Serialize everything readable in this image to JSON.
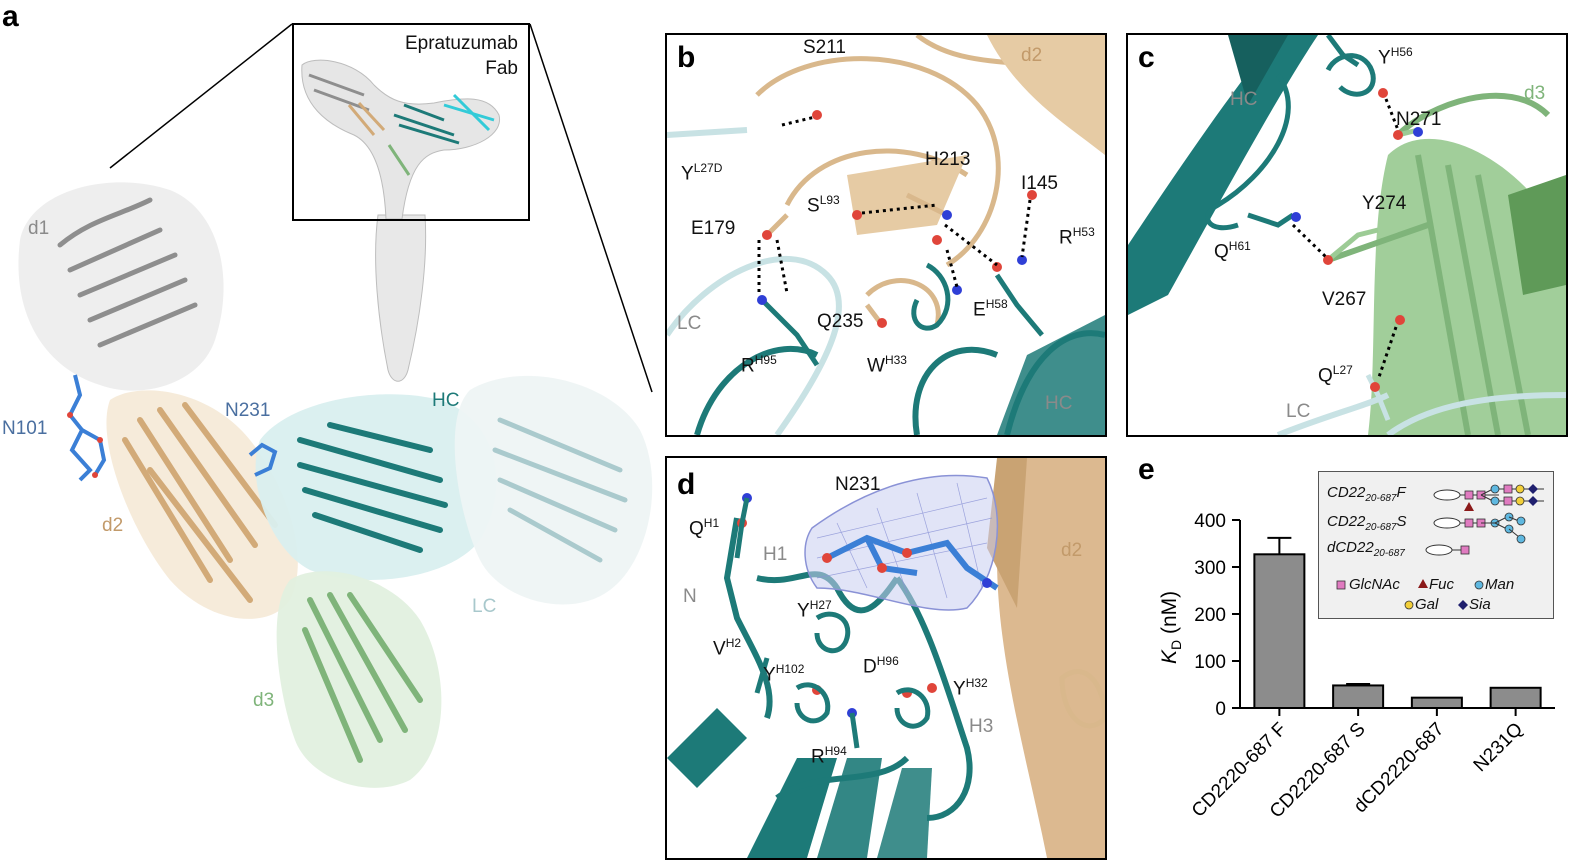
{
  "panels": {
    "a": {
      "letter": "a",
      "inset_title_line1": "Epratuzumab",
      "inset_title_line2": "Fab",
      "labels": {
        "d1": "d1",
        "d2": "d2",
        "d3": "d3",
        "hc": "HC",
        "lc": "LC",
        "n101": "N101",
        "n231": "N231"
      }
    },
    "b": {
      "letter": "b",
      "labels": {
        "s211": "S211",
        "d2": "d2",
        "y_base": "Y",
        "y_sup": "L27D",
        "h213": "H213",
        "i145": "I145",
        "e179": "E179",
        "s_base": "S",
        "s_sup": "L93",
        "r53_base": "R",
        "r53_sup": "H53",
        "lc": "LC",
        "q235": "Q235",
        "e58_base": "E",
        "e58_sup": "H58",
        "r95_base": "R",
        "r95_sup": "H95",
        "w33_base": "W",
        "w33_sup": "H33",
        "hc": "HC"
      }
    },
    "c": {
      "letter": "c",
      "labels": {
        "hc": "HC",
        "y56_base": "Y",
        "y56_sup": "H56",
        "d3": "d3",
        "n271": "N271",
        "y274": "Y274",
        "q61_base": "Q",
        "q61_sup": "H61",
        "v267": "V267",
        "q27_base": "Q",
        "q27_sup": "L27",
        "lc": "LC"
      }
    },
    "d": {
      "letter": "d",
      "labels": {
        "n231": "N231",
        "q1_base": "Q",
        "q1_sup": "H1",
        "h1": "H1",
        "d2": "d2",
        "n": "N",
        "y27_base": "Y",
        "y27_sup": "H27",
        "v2_base": "V",
        "v2_sup": "H2",
        "y102_base": "Y",
        "y102_sup": "H102",
        "d96_base": "D",
        "d96_sup": "H96",
        "y32_base": "Y",
        "y32_sup": "H32",
        "h3": "H3",
        "r94_base": "R",
        "r94_sup": "H94"
      }
    },
    "e": {
      "letter": "e"
    }
  },
  "legend": {
    "rows": [
      {
        "base": "CD22",
        "sub": "20-687",
        "suffix": "F"
      },
      {
        "base": "CD22",
        "sub": "20-687",
        "suffix": "S"
      },
      {
        "base": "dCD22",
        "sub": "20-687",
        "suffix": ""
      }
    ],
    "keys": [
      {
        "symbol": "square",
        "name": "GlcNAc",
        "color": "#e07bc0"
      },
      {
        "symbol": "triangle",
        "name": "Fuc",
        "color": "#8b1a1a"
      },
      {
        "symbol": "circle",
        "name": "Man",
        "color": "#5fb8e0"
      },
      {
        "symbol": "circle",
        "name": "Gal",
        "color": "#f2cf3a"
      },
      {
        "symbol": "diamond",
        "name": "Sia",
        "color": "#1f1f6e"
      }
    ]
  },
  "chart_data": {
    "type": "bar",
    "categories": [
      "CD2220-687 F",
      "CD2220-687 S",
      "dCD2220-687",
      "N231Q"
    ],
    "values": [
      327,
      48,
      22,
      43
    ],
    "errors": [
      35,
      3,
      0,
      0
    ],
    "ylabel_base": "K",
    "ylabel_sub": "D",
    "ylabel_unit": " (nM)",
    "ylim": [
      0,
      400
    ],
    "yticks": [
      0,
      100,
      200,
      300,
      400
    ],
    "bar_color": "#8c8c8c"
  }
}
